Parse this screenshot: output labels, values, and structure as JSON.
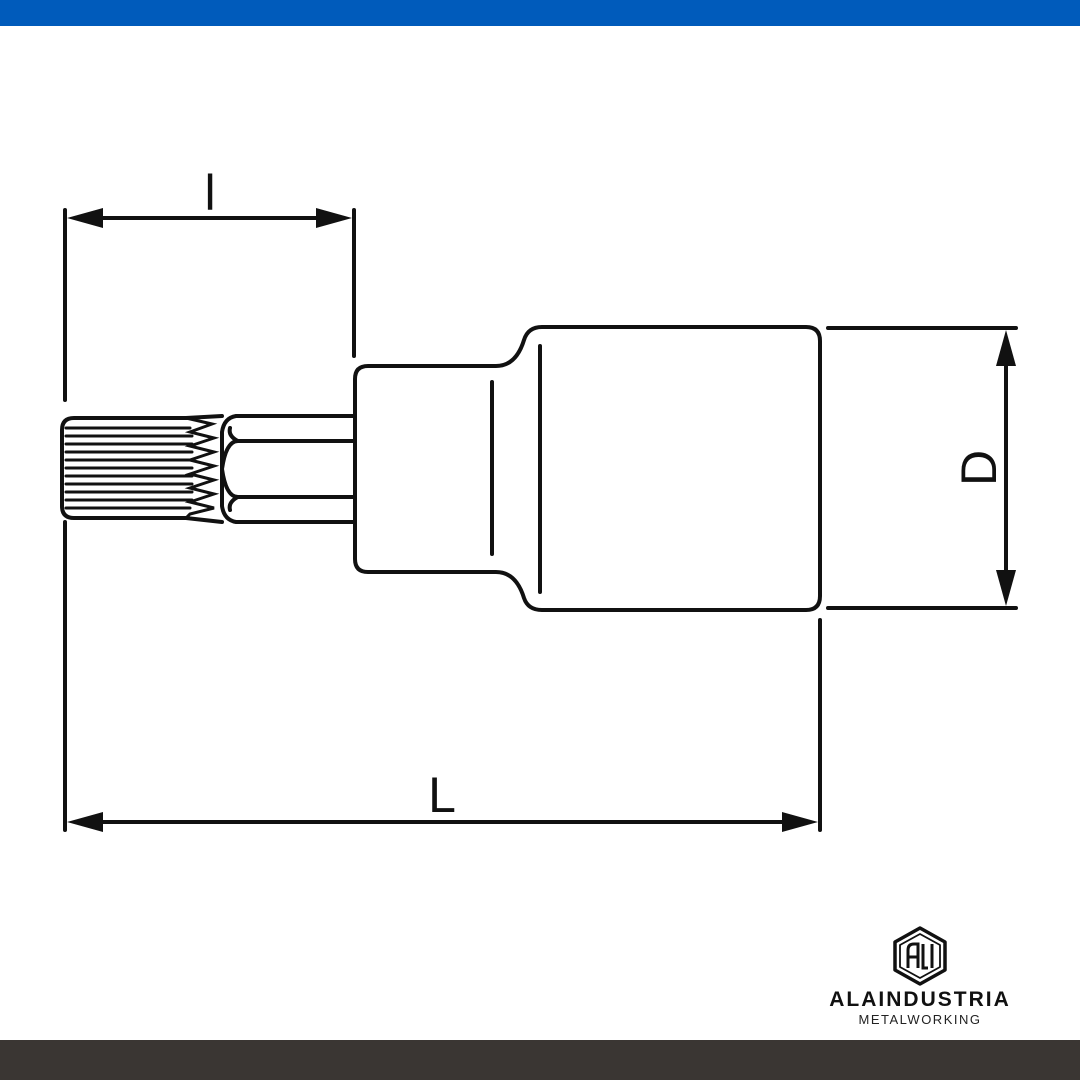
{
  "colors": {
    "top_bar": "#005bbb",
    "bottom_bar": "#3a3633",
    "line": "#111111"
  },
  "dimensions": {
    "tip_length_label": "l",
    "overall_length_label": "L",
    "diameter_label": "D"
  },
  "logo": {
    "icon": "ali-hexagon-logo-icon",
    "name": "ALAINDUSTRIA",
    "tagline": "METALWORKING"
  }
}
